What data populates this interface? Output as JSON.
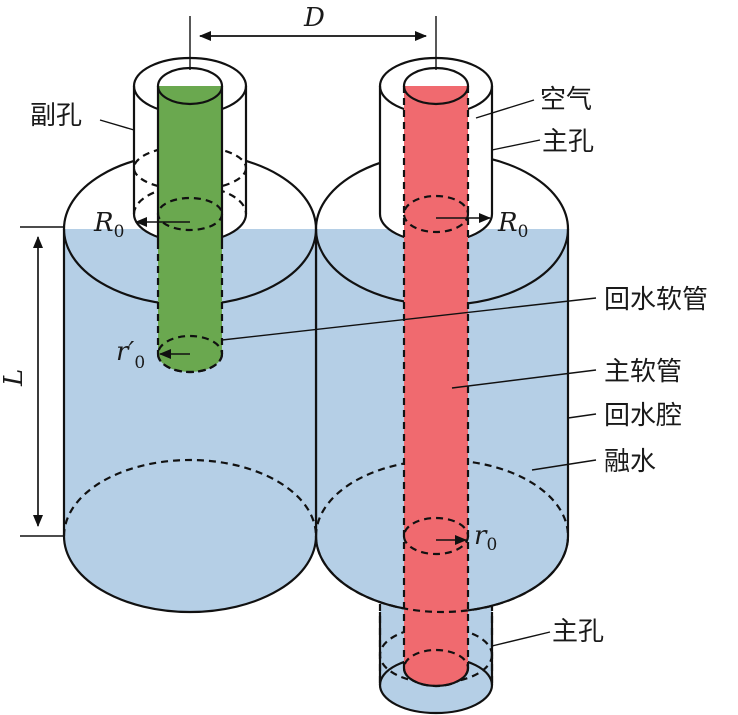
{
  "labels": {
    "distance": "D",
    "length": "L",
    "aux_hole": "副孔",
    "air": "空气",
    "main_hole_top": "主孔",
    "return_hose": "回水软管",
    "main_hose": "主软管",
    "return_chamber": "回水腔",
    "meltwater": "融水",
    "main_hole_bottom": "主孔",
    "radius_left": "R",
    "radius_left_sub": "0",
    "radius_right": "R",
    "radius_right_sub": "0",
    "hose_radius_return": "r′",
    "hose_radius_return_sub": "0",
    "hose_radius_main": "r",
    "hose_radius_main_sub": "0"
  },
  "colors": {
    "water": "#b5cfe6",
    "return_hose": "#6aa84f",
    "main_hose": "#f06a6f",
    "air": "#ffffff",
    "outline": "#111111"
  }
}
